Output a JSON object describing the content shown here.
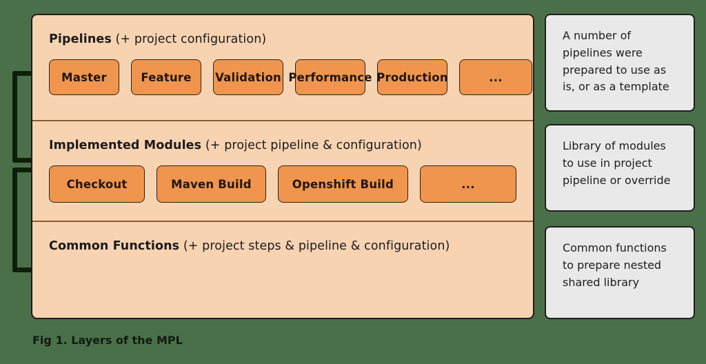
{
  "figure": {
    "caption": "Fig 1. Layers of the MPL",
    "background_color": "#4a7049"
  },
  "layers_panel": {
    "background_color": "#F8D3B2",
    "border_color": "#231a13",
    "layers": [
      {
        "id": "pipelines",
        "title_strong": "Pipelines",
        "title_light": "(+ project configuration)",
        "chips": [
          {
            "label": "Master"
          },
          {
            "label": "Feature"
          },
          {
            "label": "Validation"
          },
          {
            "label": "Performance"
          },
          {
            "label": "Production"
          },
          {
            "label": "..."
          }
        ]
      },
      {
        "id": "modules",
        "title_strong": "Implemented Modules",
        "title_light": "(+ project pipeline & configuration)",
        "chips": [
          {
            "label": "Checkout"
          },
          {
            "label": "Maven Build"
          },
          {
            "label": "Openshift Build"
          },
          {
            "label": "..."
          }
        ]
      },
      {
        "id": "common",
        "title_strong": "Common Functions",
        "title_light": "(+ project steps & pipeline & configuration)",
        "chips": []
      }
    ],
    "chip_color": "#F0954D"
  },
  "notes": [
    {
      "id": "pipelines",
      "text": "A number of pipelines were prepared to use as is, or as a template"
    },
    {
      "id": "modules",
      "text": "Library of modules to use in project pipeline or override"
    },
    {
      "id": "common",
      "text": "Common functions to prepare nested shared library"
    }
  ],
  "brackets": [
    {
      "id": "top"
    },
    {
      "id": "bottom"
    }
  ]
}
